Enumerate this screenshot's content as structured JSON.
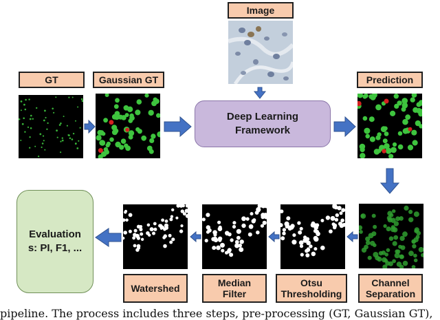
{
  "labels": {
    "image": "Image",
    "gt": "GT",
    "gaussian_gt": "Gaussian GT",
    "prediction": "Prediction",
    "watershed": "Watershed",
    "median_filter_line1": "Median",
    "median_filter_line2": "Filter",
    "otsu_line1": "Otsu",
    "otsu_line2": "Thresholding",
    "channel_line1": "Channel",
    "channel_line2": "Separation"
  },
  "framework": {
    "line1": "Deep Learning",
    "line2": "Framework"
  },
  "evaluation": {
    "line1": "Evaluation",
    "line2": "s: PI, F1, ..."
  },
  "caption": "pipeline. The process includes three steps, pre-processing (GT, Gaussian GT),",
  "colors": {
    "label_fill": "#f8cbad",
    "framework_fill": "#c9b8dc",
    "evaluation_fill": "#d6e8c4",
    "arrow": "#4472c4",
    "green_dot": "#3ec43e",
    "red_dot": "#d42020"
  }
}
